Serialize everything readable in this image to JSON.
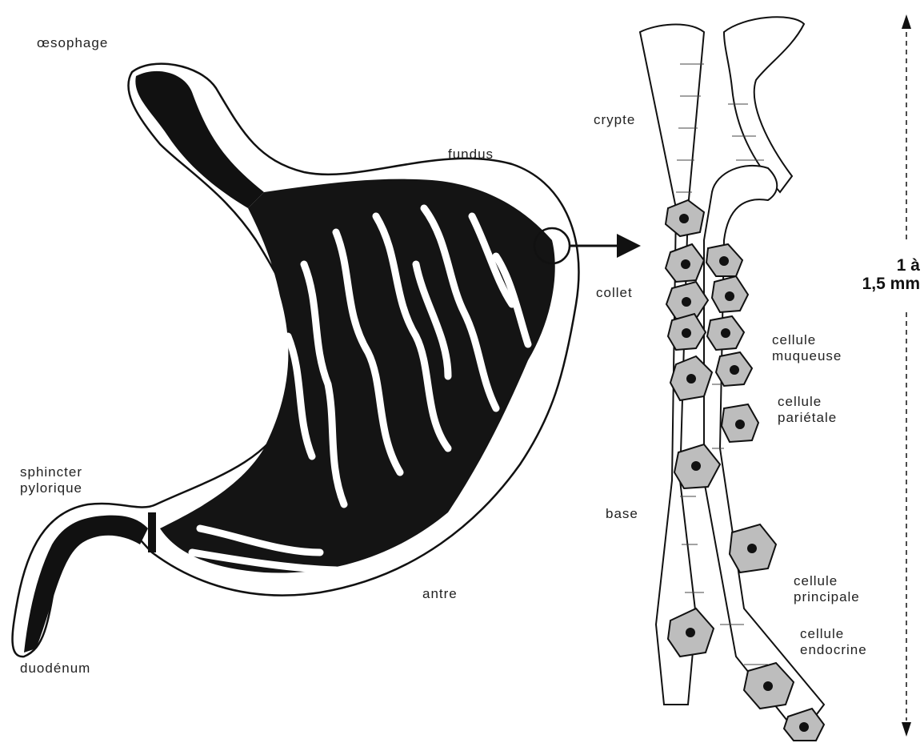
{
  "labels": {
    "oesophagus": "œsophage",
    "fundus": "fundus",
    "pyloric_line1": "sphincter",
    "pyloric_line2": "pylorique",
    "duodenum": "duodénum",
    "antrum": "antre",
    "crypt": "crypte",
    "neck": "collet",
    "base": "base",
    "mucous_line1": "cellule",
    "mucous_line2": "muqueuse",
    "parietal_line1": "cellule",
    "parietal_line2": "pariétale",
    "chief_line1": "cellule",
    "chief_line2": "principale",
    "endocrine_line1": "cellule",
    "endocrine_line2": "endocrine"
  },
  "scale": {
    "line1": "1 à",
    "line2": "1,5 mm"
  },
  "colors": {
    "ink": "#111111",
    "cell_fill": "#bdbdbd",
    "background": "#ffffff"
  },
  "icons": [
    "arrow-right-icon",
    "scale-arrow-icon"
  ]
}
